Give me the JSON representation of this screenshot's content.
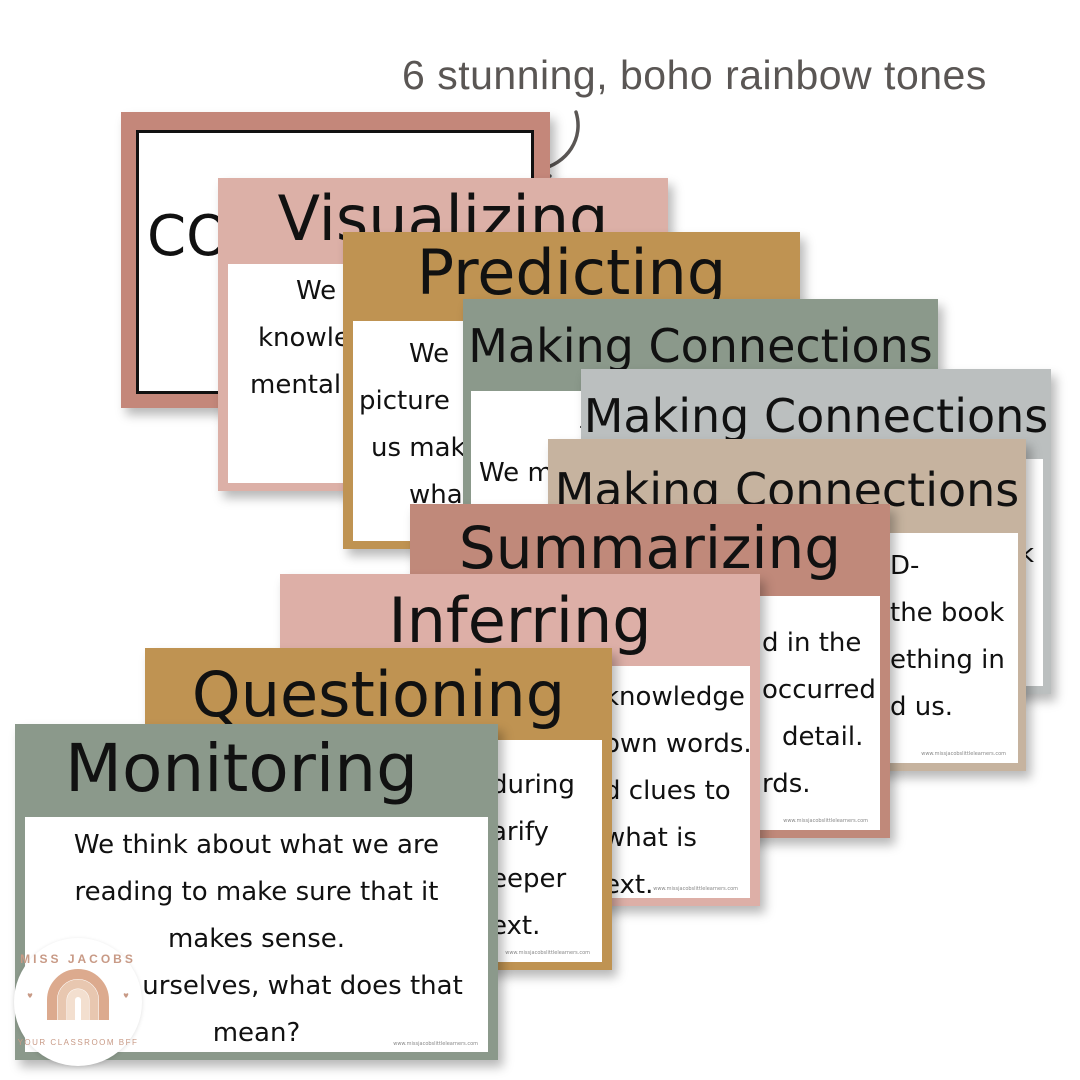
{
  "caption": "6 stunning, boho rainbow tones",
  "cards": {
    "comprehension": {
      "title": "COM",
      "color": "#c4877a"
    },
    "visualizing": {
      "title": "Visualizing",
      "color": "#dcb0a7",
      "lines": [
        "We u",
        "knowle",
        "mental"
      ]
    },
    "predicting": {
      "title": "Predicting",
      "color": "#bf9352",
      "lines": [
        "We",
        "picture",
        "us mak",
        "what"
      ]
    },
    "connections_1": {
      "title": "Making Connections",
      "color": "#8b998b",
      "lines": [
        "-",
        "We m"
      ]
    },
    "connections_2": {
      "title": "Making Connections",
      "color": "#bbbfbf",
      "lines": [
        "k"
      ]
    },
    "connections_3": {
      "title": "Making Connections",
      "color": "#c6b39f",
      "lines": [
        "D-",
        "the book",
        "ething in",
        "d us."
      ]
    },
    "summarizing": {
      "title": "Summarizing",
      "color": "#c0897a",
      "lines": [
        "d in the",
        "occurred",
        "detail.",
        "rds."
      ]
    },
    "inferring": {
      "title": "Inferring",
      "color": "#ddafa7",
      "lines": [
        "knowledge",
        "own words.",
        "d clues to",
        "what is",
        "ext."
      ]
    },
    "questioning": {
      "title": "Questioning",
      "color": "#bf9352",
      "lines": [
        "during",
        "arify",
        "eeper",
        "ext."
      ]
    },
    "monitoring": {
      "title": "Monitoring",
      "color": "#8b998b",
      "lines": [
        "We think about what we are",
        "reading to make sure that it",
        "makes sense.",
        "urselves, what does that",
        "mean?"
      ]
    }
  },
  "footer_url": "www.missjacobslittlelearners.com",
  "logo": {
    "top_text": "MISS JACOBS",
    "bottom_text": "YOUR CLASSROOM BFF",
    "rainbow_colors": [
      "#dcaa8e",
      "#e8c7b0",
      "#f3dfcf"
    ]
  }
}
